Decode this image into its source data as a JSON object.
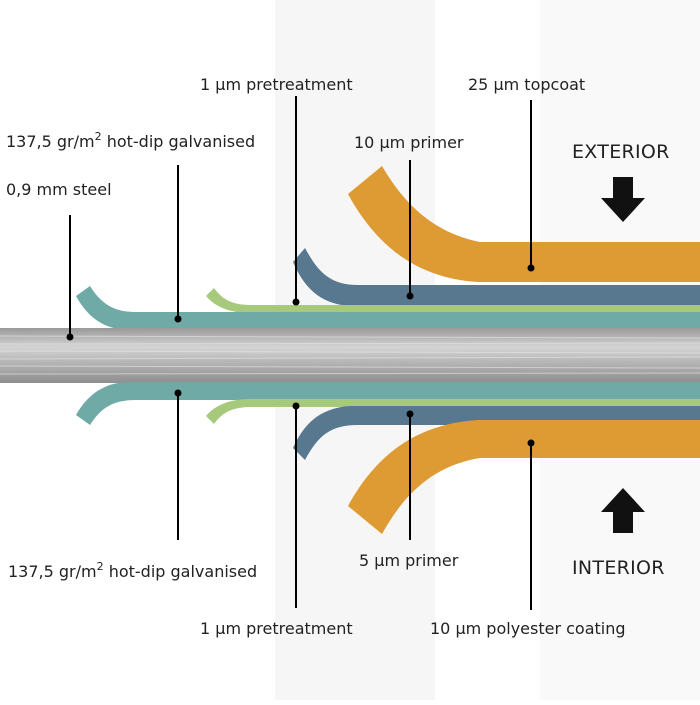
{
  "labels": {
    "steel": "0,9 mm steel",
    "galv_top_prefix": "137,5 gr/m",
    "galv_top_sup": "2",
    "galv_top_suffix": " hot-dip galvanised",
    "pretreat_top": "1 µm pretreatment",
    "primer_top": "10 µm primer",
    "topcoat": "25 µm topcoat",
    "exterior": "EXTERIOR",
    "galv_bottom_prefix": "137,5 gr/m",
    "galv_bottom_sup": "2",
    "galv_bottom_suffix": " hot-dip galvanised",
    "primer_bottom": "5 µm primer",
    "interior": "INTERIOR",
    "pretreat_bottom": "1 µm pretreatment",
    "polyester": "10 µm polyester coating"
  },
  "colors": {
    "topcoat": "#de9a33",
    "primer": "#58788f",
    "pretreatment": "#a6c97c",
    "galvanised": "#70aaa6",
    "steel": "#b9b9b9",
    "arrow": "#111111"
  }
}
